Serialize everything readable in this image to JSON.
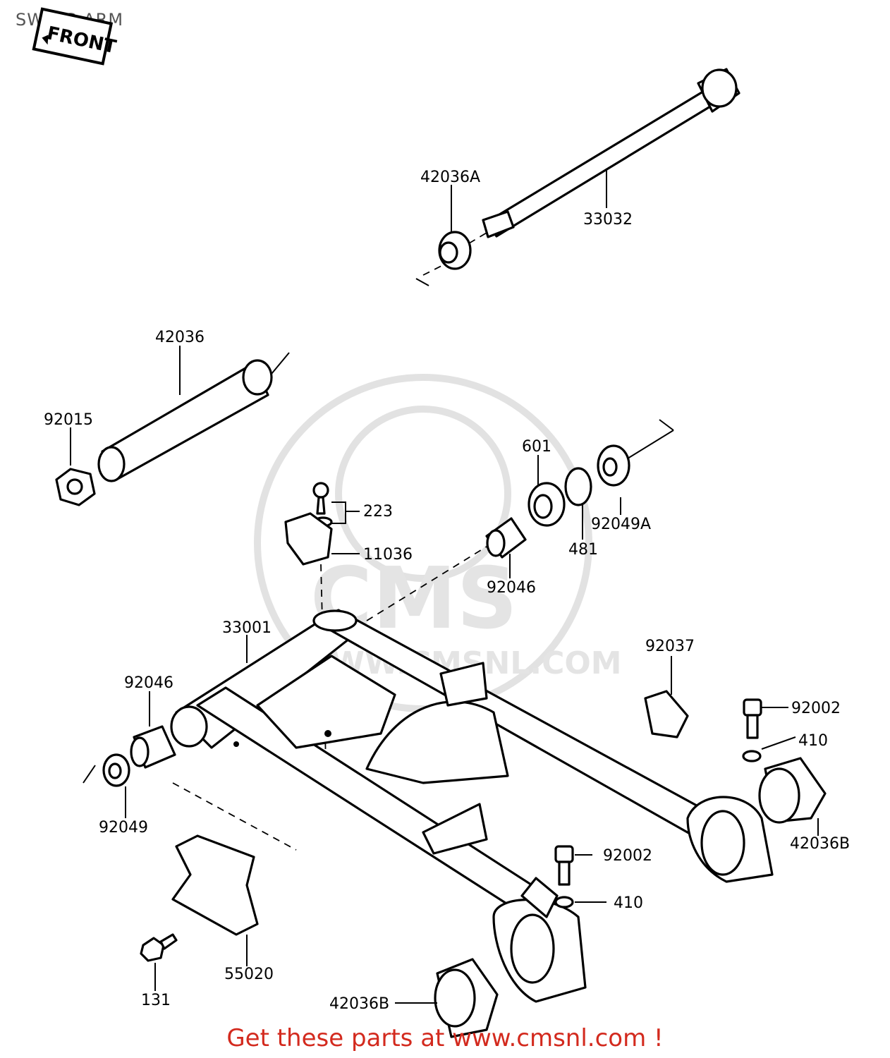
{
  "page": {
    "title": "SWING ARM",
    "footer": "Get these parts at www.cmsnl.com !"
  },
  "front_badge": "FRONT",
  "watermark": {
    "logo": "CMS",
    "url": "WWW.CMSNL.COM"
  },
  "callouts": [
    "42036A",
    "33032",
    "42036",
    "92015",
    "601",
    "223",
    "92049A",
    "481",
    "11036",
    "92046",
    "33001",
    "92037",
    "92046",
    "92002",
    "410",
    "92049",
    "42036B",
    "92002",
    "410",
    "131",
    "55020",
    "42036B"
  ],
  "colors": {
    "footer": "#d32a1e",
    "watermark": "#e2e2e2",
    "ink": "#000000"
  }
}
